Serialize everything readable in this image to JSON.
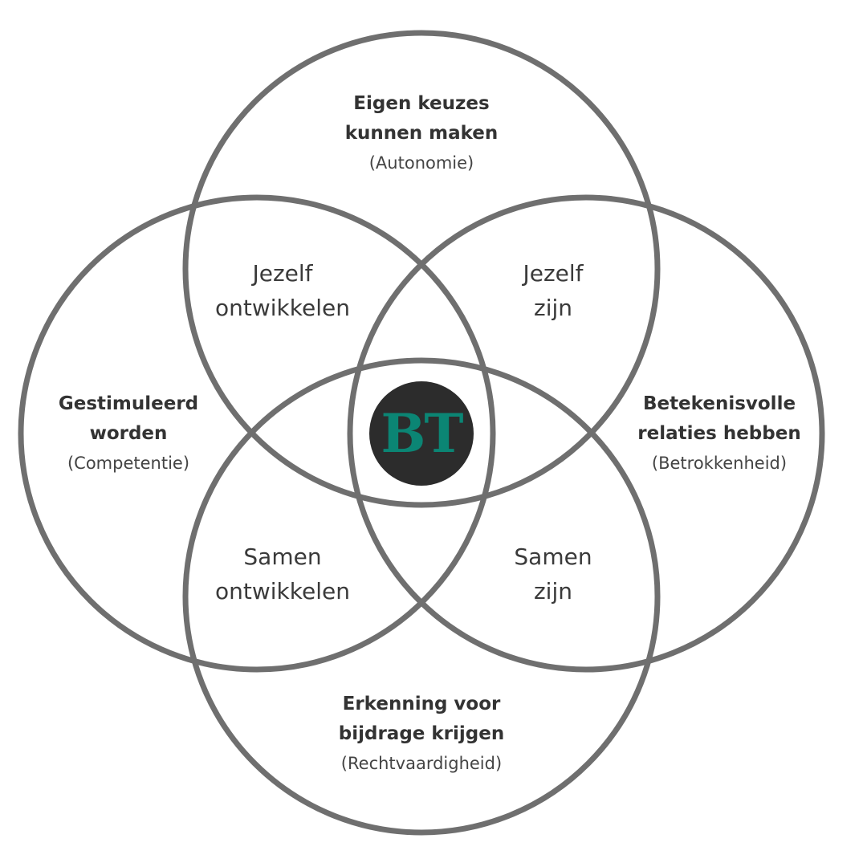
{
  "colors": {
    "circle_stroke": "#6f6f6f",
    "logo_bg": "#2c2c2c",
    "logo_text": "#0b8574"
  },
  "logo": {
    "text": "BT"
  },
  "circles": {
    "top": {
      "title_line1": "Eigen keuzes",
      "title_line2": "kunnen maken",
      "subtitle": "(Autonomie)"
    },
    "left": {
      "title_line1": "Gestimuleerd",
      "title_line2": "worden",
      "subtitle": "(Competentie)"
    },
    "right": {
      "title_line1": "Betekenisvolle",
      "title_line2": "relaties hebben",
      "subtitle": "(Betrokkenheid)"
    },
    "bottom": {
      "title_line1": "Erkenning voor",
      "title_line2": "bijdrage krijgen",
      "subtitle": "(Rechtvaardigheid)"
    }
  },
  "overlaps": {
    "top_left": {
      "line1": "Jezelf",
      "line2": "ontwikkelen"
    },
    "top_right": {
      "line1": "Jezelf",
      "line2": "zijn"
    },
    "bottom_left": {
      "line1": "Samen",
      "line2": "ontwikkelen"
    },
    "bottom_right": {
      "line1": "Samen",
      "line2": "zijn"
    }
  }
}
